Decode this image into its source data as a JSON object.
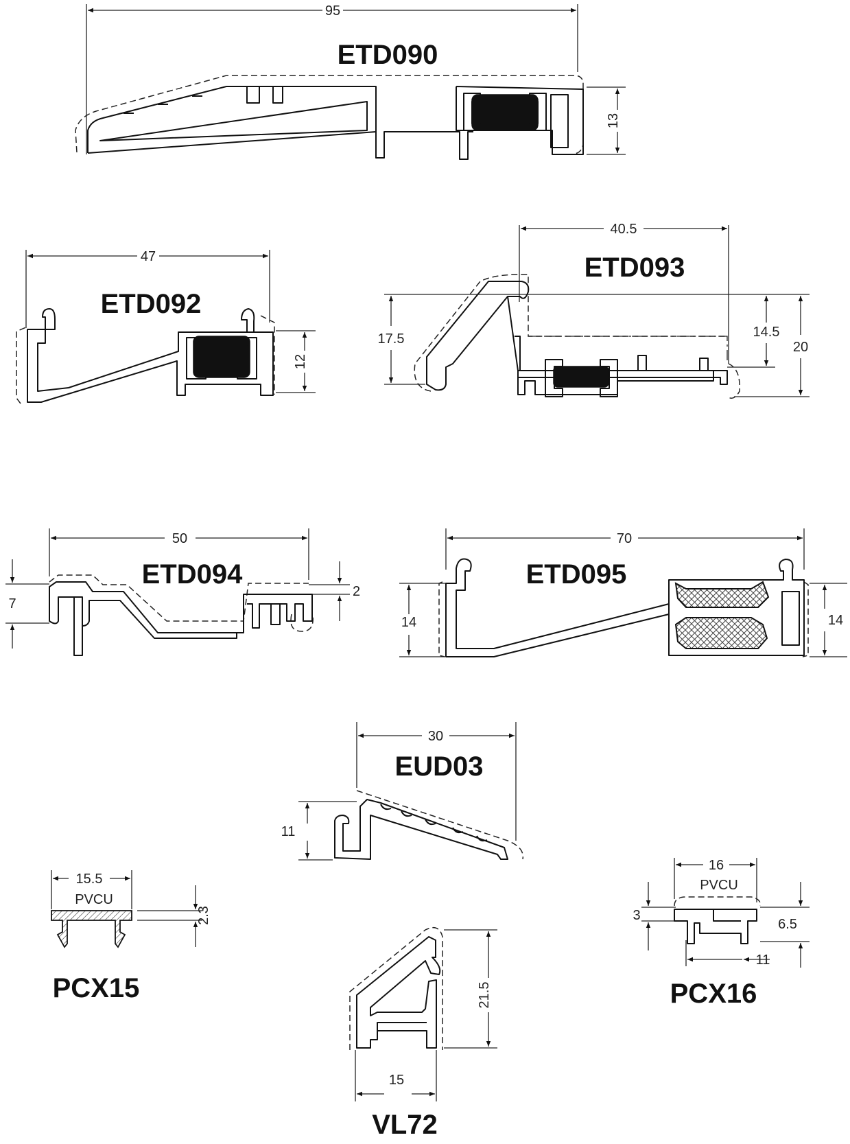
{
  "profiles": [
    {
      "id": "etd090",
      "code": "ETD090",
      "dims": [
        "95",
        "13"
      ]
    },
    {
      "id": "etd092",
      "code": "ETD092",
      "dims": [
        "47",
        "12"
      ]
    },
    {
      "id": "etd093",
      "code": "ETD093",
      "dims": [
        "40.5",
        "17.5",
        "14.5",
        "20"
      ]
    },
    {
      "id": "etd094",
      "code": "ETD094",
      "dims": [
        "50",
        "7",
        "2"
      ]
    },
    {
      "id": "etd095",
      "code": "ETD095",
      "dims": [
        "70",
        "14",
        "14"
      ]
    },
    {
      "id": "eud03",
      "code": "EUD03",
      "dims": [
        "30",
        "11"
      ]
    },
    {
      "id": "pcx15",
      "code": "PCX15",
      "material": "PVCU",
      "dims": [
        "15.5",
        "2.3"
      ]
    },
    {
      "id": "pcx16",
      "code": "PCX16",
      "material": "PVCU",
      "dims": [
        "16",
        "3",
        "6.5",
        "11"
      ]
    },
    {
      "id": "vl72",
      "code": "VL72",
      "dims": [
        "21.5",
        "15"
      ]
    }
  ]
}
